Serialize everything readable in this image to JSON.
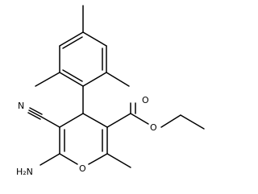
{
  "molecule": {
    "atom_labels": {
      "nitrile_n": "N",
      "ester_o_carbonyl": "O",
      "ester_o_ether": "O",
      "ring_o": "O",
      "amino_group": "H₂N"
    }
  },
  "colors": {
    "bond": "#000000",
    "label": "#000000",
    "background": "#ffffff"
  }
}
